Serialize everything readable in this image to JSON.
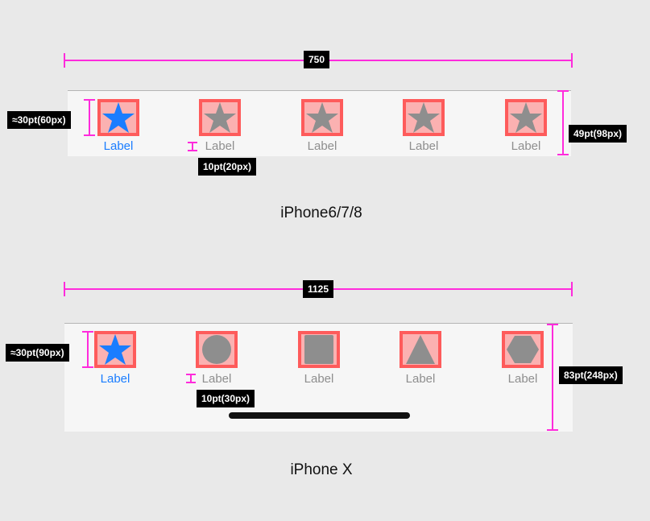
{
  "iphone678": {
    "width_label": "750",
    "icon_height_label": "≈30pt(60px)",
    "gap_label": "10pt(20px)",
    "bar_height_label": "49pt(98px)",
    "caption": "iPhone6/7/8",
    "tabs": [
      {
        "label": "Label",
        "icon": "star-icon",
        "active": true
      },
      {
        "label": "Label",
        "icon": "star-icon",
        "active": false
      },
      {
        "label": "Label",
        "icon": "star-icon",
        "active": false
      },
      {
        "label": "Label",
        "icon": "star-icon",
        "active": false
      },
      {
        "label": "Label",
        "icon": "star-icon",
        "active": false
      }
    ]
  },
  "iphonex": {
    "width_label": "1125",
    "icon_height_label": "≈30pt(90px)",
    "gap_label": "10pt(30px)",
    "bar_height_label": "83pt(248px)",
    "caption": "iPhone X",
    "tabs": [
      {
        "label": "Label",
        "icon": "star-icon",
        "active": true
      },
      {
        "label": "Label",
        "icon": "circle-icon",
        "active": false
      },
      {
        "label": "Label",
        "icon": "square-icon",
        "active": false
      },
      {
        "label": "Label",
        "icon": "triangle-icon",
        "active": false
      },
      {
        "label": "Label",
        "icon": "hexagon-icon",
        "active": false
      }
    ]
  },
  "colors": {
    "active": "#1a7dff",
    "inactive": "#8e8e8e",
    "dimension": "#ff2bdc",
    "icon_highlight": "#ff6b6b"
  }
}
